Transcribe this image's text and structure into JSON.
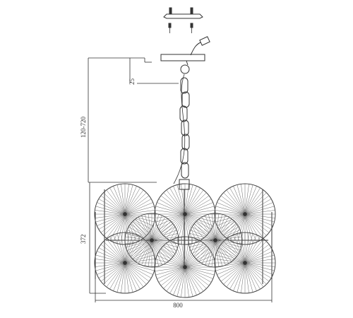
{
  "dimensions": {
    "canopy_drop": "25",
    "total_height_range": "120-720",
    "body_height": "372",
    "width": "800"
  },
  "colors": {
    "line": "#333333",
    "disc": "#555555",
    "background": "#ffffff"
  }
}
